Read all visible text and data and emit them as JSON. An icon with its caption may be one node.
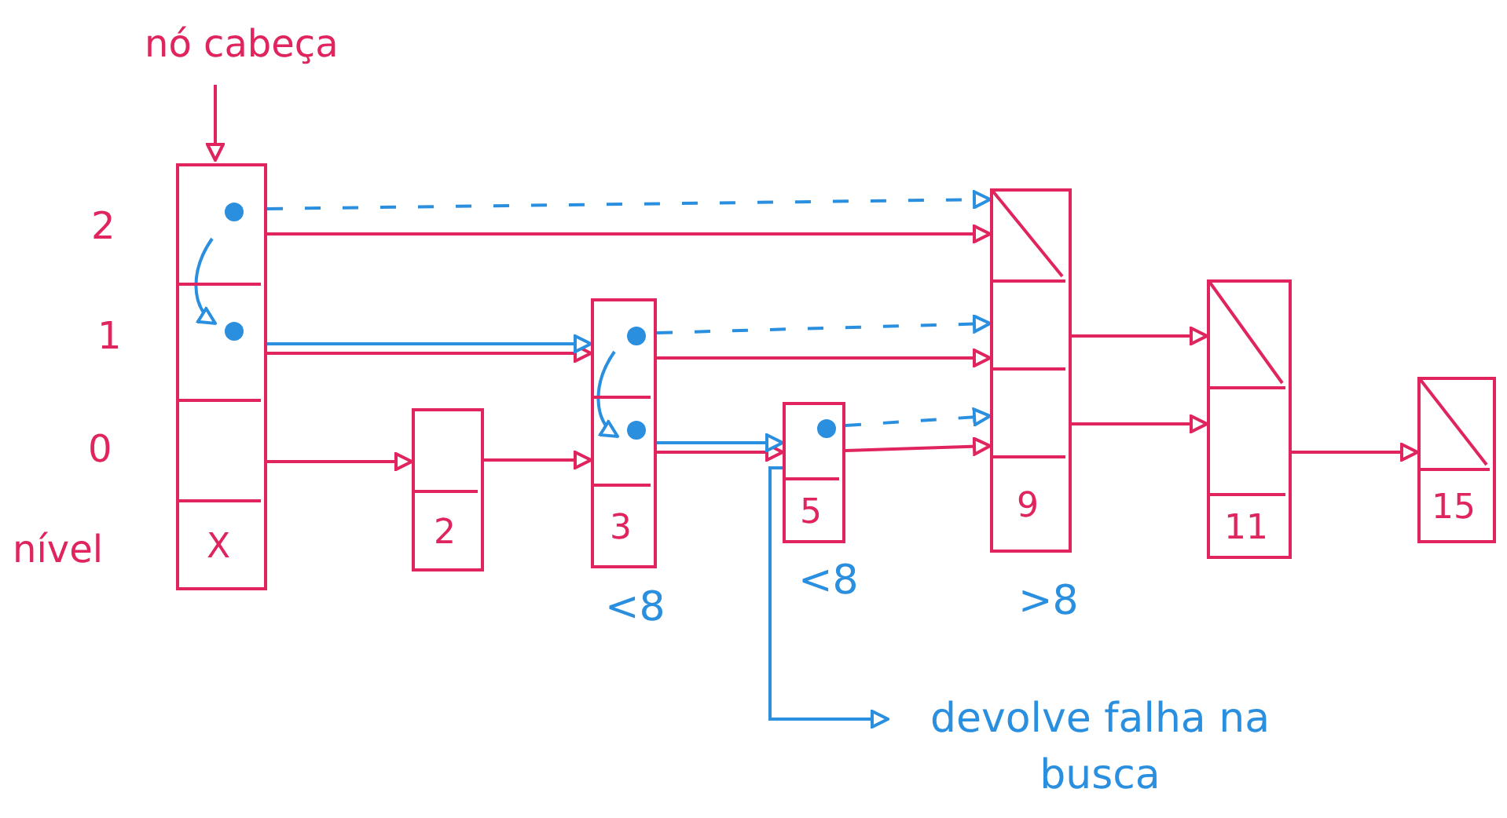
{
  "diagram": {
    "nodes": [
      {
        "text": [
          "nó cabeça"
        ]
      },
      {
        "text": [],
        "shape": "box"
      },
      {
        "text": [],
        "shape": "box",
        "in": 1
      },
      {
        "text": [],
        "shape": "box",
        "in": 1
      },
      {
        "text": [],
        "shape": "box",
        "in": 1
      },
      {
        "text": [
          "X"
        ],
        "in": 1
      },
      {
        "text": [],
        "shape": "box"
      },
      {
        "text": [],
        "shape": "box",
        "in": 6
      },
      {
        "text": [
          "2"
        ],
        "in": 6
      },
      {
        "text": [],
        "shape": "box",
        "beside": [
          "<8"
        ]
      },
      {
        "text": [],
        "shape": "box",
        "in": 9
      },
      {
        "text": [],
        "shape": "box",
        "in": 9
      },
      {
        "text": [
          "3"
        ],
        "in": 9
      },
      {
        "text": [],
        "shape": "box",
        "beside": [
          "<8"
        ]
      },
      {
        "text": [],
        "shape": "box",
        "in": 13
      },
      {
        "text": [
          "5"
        ],
        "in": 13
      },
      {
        "text": [],
        "shape": "box",
        "beside": [
          ">8"
        ]
      },
      {
        "text": [],
        "shape": "box",
        "in": 16
      },
      {
        "text": [],
        "shape": "box",
        "in": 16
      },
      {
        "text": [],
        "shape": "box",
        "in": 16
      },
      {
        "text": [
          "9"
        ],
        "in": 16
      },
      {
        "text": [],
        "shape": "box"
      },
      {
        "text": [],
        "shape": "box",
        "in": 21
      },
      {
        "text": [],
        "shape": "box",
        "in": 21
      },
      {
        "text": [
          "11"
        ],
        "in": 21
      },
      {
        "text": [],
        "shape": "box"
      },
      {
        "text": [],
        "shape": "box",
        "in": 25
      },
      {
        "text": [
          "15"
        ],
        "in": 25
      },
      {
        "text": [
          "devolve falha na busca"
        ]
      }
    ],
    "edges": [
      {
        "from": 0,
        "to": 1,
        "arrow": "to"
      },
      {
        "from": 2,
        "to": 17,
        "arrow": "to"
      },
      {
        "from": 3,
        "to": 10,
        "arrow": "to"
      },
      {
        "from": 4,
        "to": 7,
        "arrow": "to"
      },
      {
        "from": 7,
        "to": 11,
        "arrow": "to"
      },
      {
        "from": 10,
        "to": 18,
        "arrow": "to"
      },
      {
        "from": 11,
        "to": 14,
        "arrow": "to"
      },
      {
        "from": 14,
        "to": 19,
        "arrow": "to"
      },
      {
        "from": 18,
        "to": 22,
        "arrow": "to"
      },
      {
        "from": 19,
        "to": 23,
        "arrow": "to"
      },
      {
        "from": 23,
        "to": 26,
        "arrow": "to"
      },
      {
        "from": 2,
        "to": 17,
        "arrow": "to",
        "style": "dashed",
        "color": "#2b8fe0"
      },
      {
        "from": 2,
        "to": 3,
        "arrow": "to",
        "color": "#2b8fe0"
      },
      {
        "from": 3,
        "to": 10,
        "arrow": "to",
        "color": "#2b8fe0"
      },
      {
        "from": 10,
        "to": 18,
        "arrow": "to",
        "style": "dashed",
        "color": "#2b8fe0"
      },
      {
        "from": 10,
        "to": 11,
        "arrow": "to",
        "color": "#2b8fe0"
      },
      {
        "from": 11,
        "to": 14,
        "arrow": "to",
        "color": "#2b8fe0"
      },
      {
        "from": 14,
        "to": 19,
        "arrow": "to",
        "style": "dashed",
        "color": "#2b8fe0"
      },
      {
        "from": 14,
        "to": 28,
        "arrow": "to",
        "color": "#2b8fe0"
      }
    ],
    "labels": [
      "2",
      "1",
      "0",
      "nível"
    ]
  }
}
